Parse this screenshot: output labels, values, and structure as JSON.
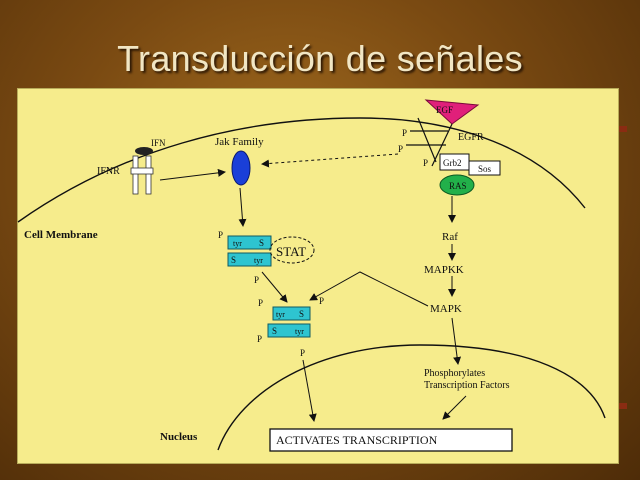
{
  "title": "Transducción de señales",
  "labels": {
    "ifn": "IFN",
    "ifnr": "IFNR",
    "jak_family": "Jak Family",
    "cell_membrane": "Cell Membrane",
    "egf": "EGF",
    "egfr": "EGFR",
    "grb2": "Grb2",
    "sos": "Sos",
    "ras": "RAS",
    "raf": "Raf",
    "mapkk": "MAPKK",
    "mapk": "MAPK",
    "stat": "STAT",
    "tyr": "tyr",
    "s": "S",
    "p": "P",
    "phospho_line1": "Phosphorylates",
    "phospho_line2": "Transcription Factors",
    "nucleus": "Nucleus",
    "activates": "ACTIVATES TRANSCRIPTION"
  },
  "colors": {
    "background": "#6b3f10",
    "panel": "#f6ec8c",
    "title": "#f1e6c4",
    "stat_box": "#2ec4d0",
    "jak": "#1a3fd8",
    "ras": "#22b04a",
    "egf": "#e0207a"
  }
}
